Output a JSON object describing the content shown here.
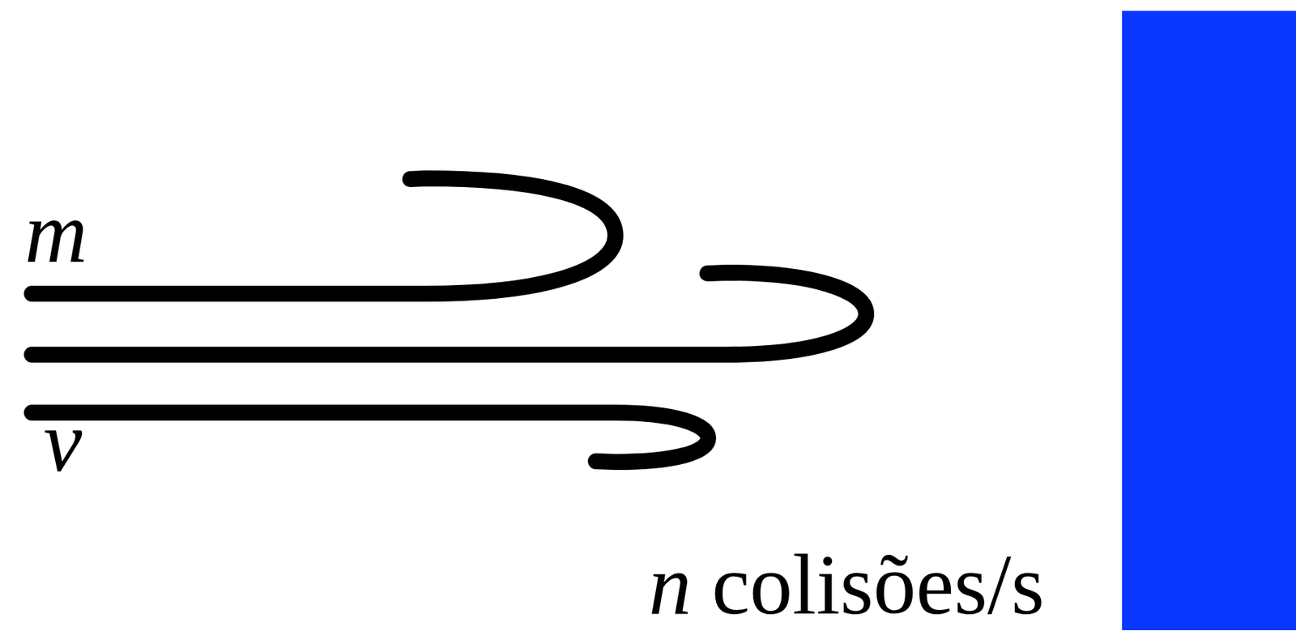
{
  "diagram": {
    "labels": [
      "m",
      "v",
      "n",
      "colisões/s"
    ]
  }
}
